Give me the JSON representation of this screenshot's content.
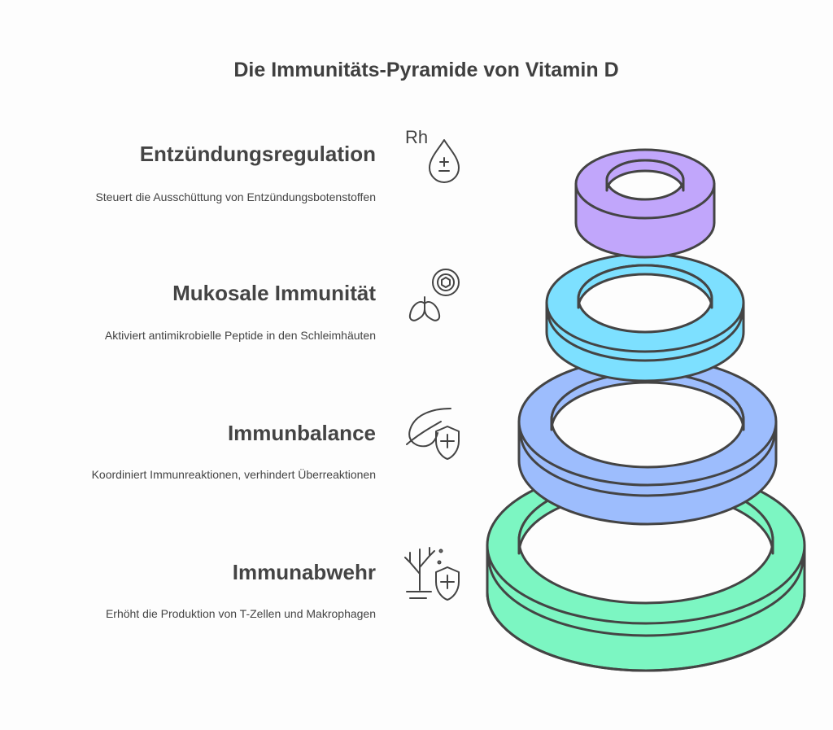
{
  "title": "Die Immunitäts-Pyramide von Vitamin D",
  "layers": [
    {
      "heading": "Entzündungsregulation",
      "description": "Steuert die Ausschüttung von Entzündungsbotenstoffen",
      "icon": "rh-drop-plus-minus-icon",
      "icon_text": "Rh",
      "ring_color": "#c1a6fb"
    },
    {
      "heading": "Mukosale Immunität",
      "description": "Aktiviert antimikrobielle Peptide in den Schleimhäuten",
      "icon": "lungs-virus-icon",
      "ring_color": "#7de0ff"
    },
    {
      "heading": "Immunbalance",
      "description": "Koordiniert Immunreaktionen, verhindert Überreaktionen",
      "icon": "leaf-shield-icon",
      "ring_color": "#9dbdfd"
    },
    {
      "heading": "Immunabwehr",
      "description": "Erhöht die Produktion von T-Zellen und Makrophagen",
      "icon": "tree-shield-icon",
      "ring_color": "#7cf6c2"
    }
  ]
}
